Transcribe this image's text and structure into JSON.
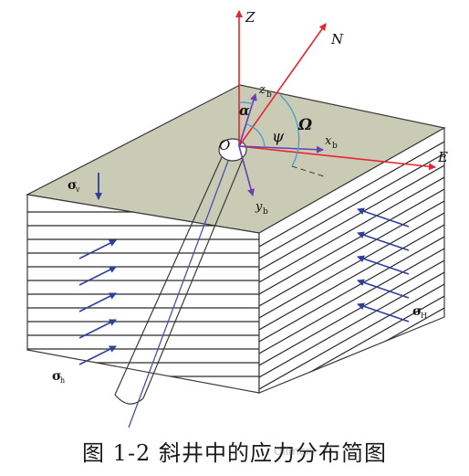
{
  "figure": {
    "labels": {
      "Z": "Z",
      "N": "N",
      "E": "E",
      "O": "O",
      "zb": "z",
      "zb_sub": "b",
      "xb": "x",
      "xb_sub": "b",
      "yb": "y",
      "yb_sub": "b",
      "alpha": "α",
      "psi": "ψ",
      "omega": "Ω",
      "sigma_v": "σ",
      "sigma_v_sub": "v",
      "sigma_H": "σ",
      "sigma_H_sub": "H",
      "sigma_h": "σ",
      "sigma_h_sub": "h"
    },
    "colors": {
      "top_face": "#c9cbb5",
      "axis_red": "#e8252e",
      "arrow_blue": "#2e3f9e",
      "angle_arc": "#4a9ad6",
      "borehole": "#4a4fb0",
      "line": "#3a3a3a"
    }
  },
  "caption": "图 1-2 斜井中的应力分布简图",
  "watermark": "Oilmen"
}
